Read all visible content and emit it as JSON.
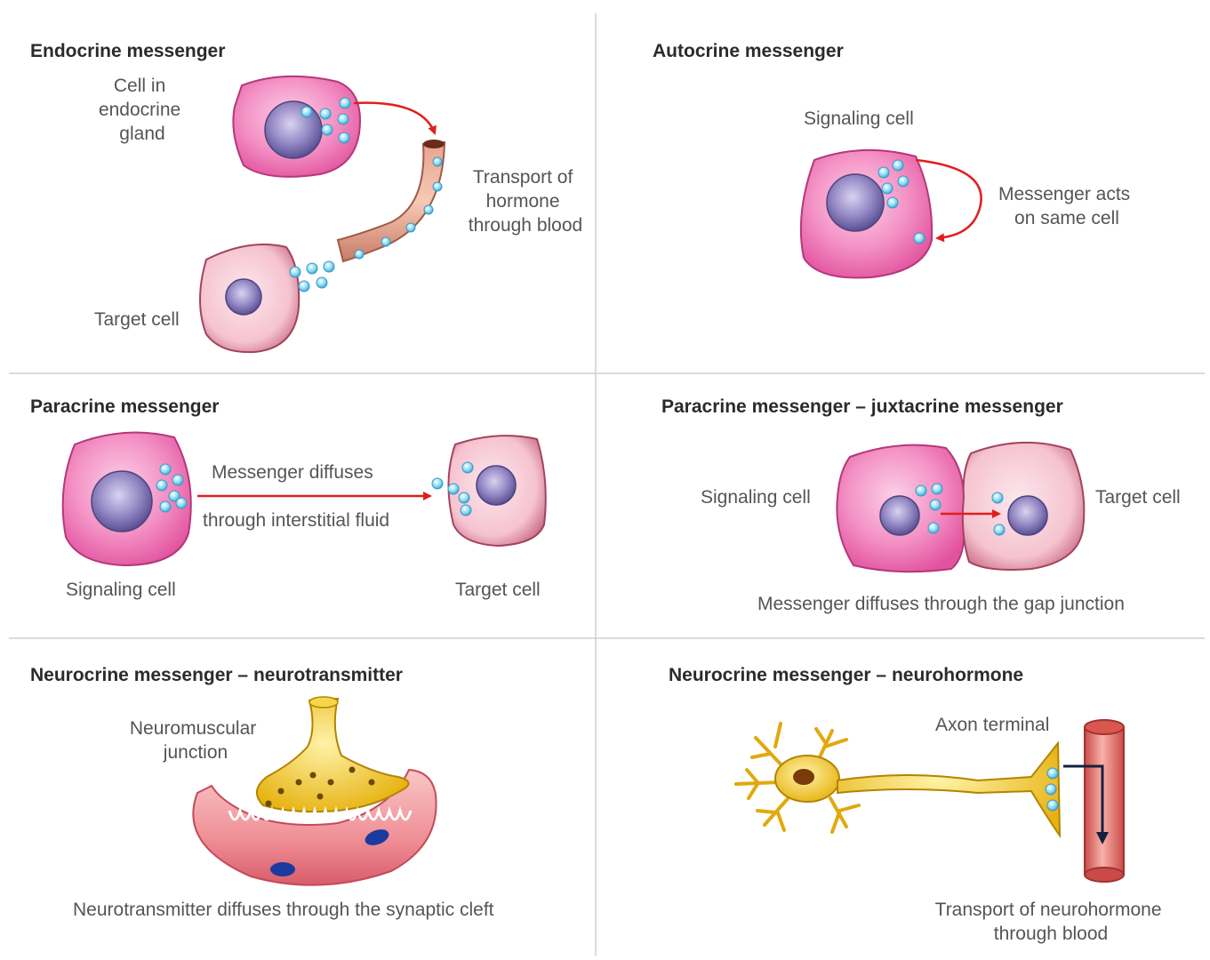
{
  "panels": {
    "endocrine": {
      "title": "Endocrine messenger",
      "source_cell_label": [
        "Cell in",
        "endocrine",
        "gland"
      ],
      "transport_label": [
        "Transport of",
        "hormone",
        "through blood"
      ],
      "target_label": "Target cell"
    },
    "autocrine": {
      "title": "Autocrine messenger",
      "signaling_label": "Signaling cell",
      "action_label": [
        "Messenger acts",
        "on same cell"
      ]
    },
    "paracrine": {
      "title": "Paracrine messenger",
      "diffuse_label_top": "Messenger diffuses",
      "diffuse_label_bottom": "through interstitial fluid",
      "signaling_label": "Signaling cell",
      "target_label": "Target cell"
    },
    "juxtacrine": {
      "title": "Paracrine messenger – juxtacrine messenger",
      "signaling_label": "Signaling cell",
      "target_label": "Target cell",
      "caption": "Messenger diffuses through the gap junction"
    },
    "neurotransmitter": {
      "title": "Neurocrine messenger – neurotransmitter",
      "junction_label": [
        "Neuromuscular",
        "junction"
      ],
      "caption": "Neurotransmitter diffuses through the synaptic cleft"
    },
    "neurohormone": {
      "title": "Neurocrine messenger – neurohormone",
      "terminal_label": "Axon terminal",
      "caption": [
        "Transport of neurohormone",
        "through blood"
      ]
    }
  },
  "colors": {
    "cell_pink": "#f07dbb",
    "cell_pink_light": "#f8b4d8",
    "target_cell": "#f6c9d3",
    "nucleus": "#8a80b8",
    "messenger": "#7ad3ee",
    "arrow_red": "#e01e1e",
    "neuron_yellow": "#f5c518",
    "vessel_red": "#d9534f",
    "divider": "#cfcfcf"
  }
}
